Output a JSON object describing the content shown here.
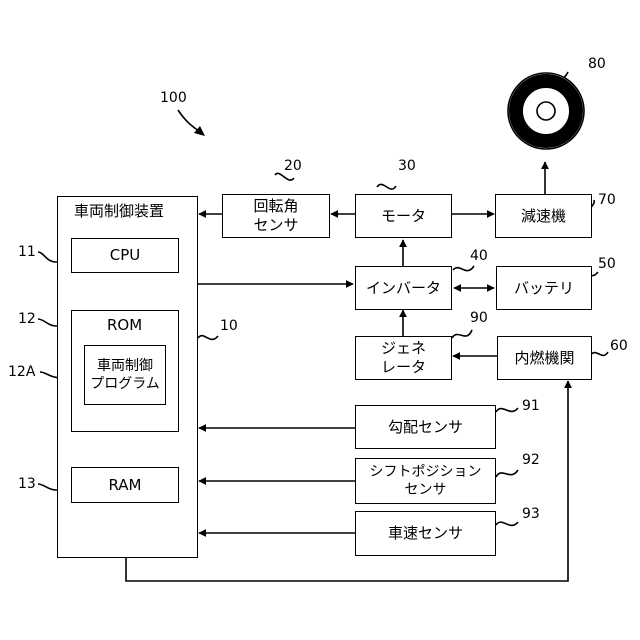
{
  "system": {
    "ref": "100",
    "controller": {
      "title": "車両制御装置",
      "ref": "10",
      "cpu": {
        "label": "CPU",
        "ref": "11"
      },
      "rom": {
        "label": "ROM",
        "ref": "12",
        "program": {
          "line1": "車両制御",
          "line2": "プログラム",
          "ref": "12A"
        }
      },
      "ram": {
        "label": "RAM",
        "ref": "13"
      }
    },
    "components": {
      "angle_sensor": {
        "line1": "回転角",
        "line2": "センサ",
        "ref": "20"
      },
      "motor": {
        "label": "モータ",
        "ref": "30"
      },
      "reducer": {
        "label": "減速機",
        "ref": "70"
      },
      "wheel": {
        "ref": "80"
      },
      "inverter": {
        "label": "インバータ",
        "ref": "40"
      },
      "battery": {
        "label": "バッテリ",
        "ref": "50"
      },
      "generator": {
        "line1": "ジェネ",
        "line2": "レータ",
        "ref": "90"
      },
      "engine": {
        "label": "内燃機関",
        "ref": "60"
      },
      "gradient_sensor": {
        "label": "勾配センサ",
        "ref": "91"
      },
      "shift_sensor": {
        "line1": "シフトポジション",
        "line2": "センサ",
        "ref": "92"
      },
      "speed_sensor": {
        "label": "車速センサ",
        "ref": "93"
      }
    }
  }
}
